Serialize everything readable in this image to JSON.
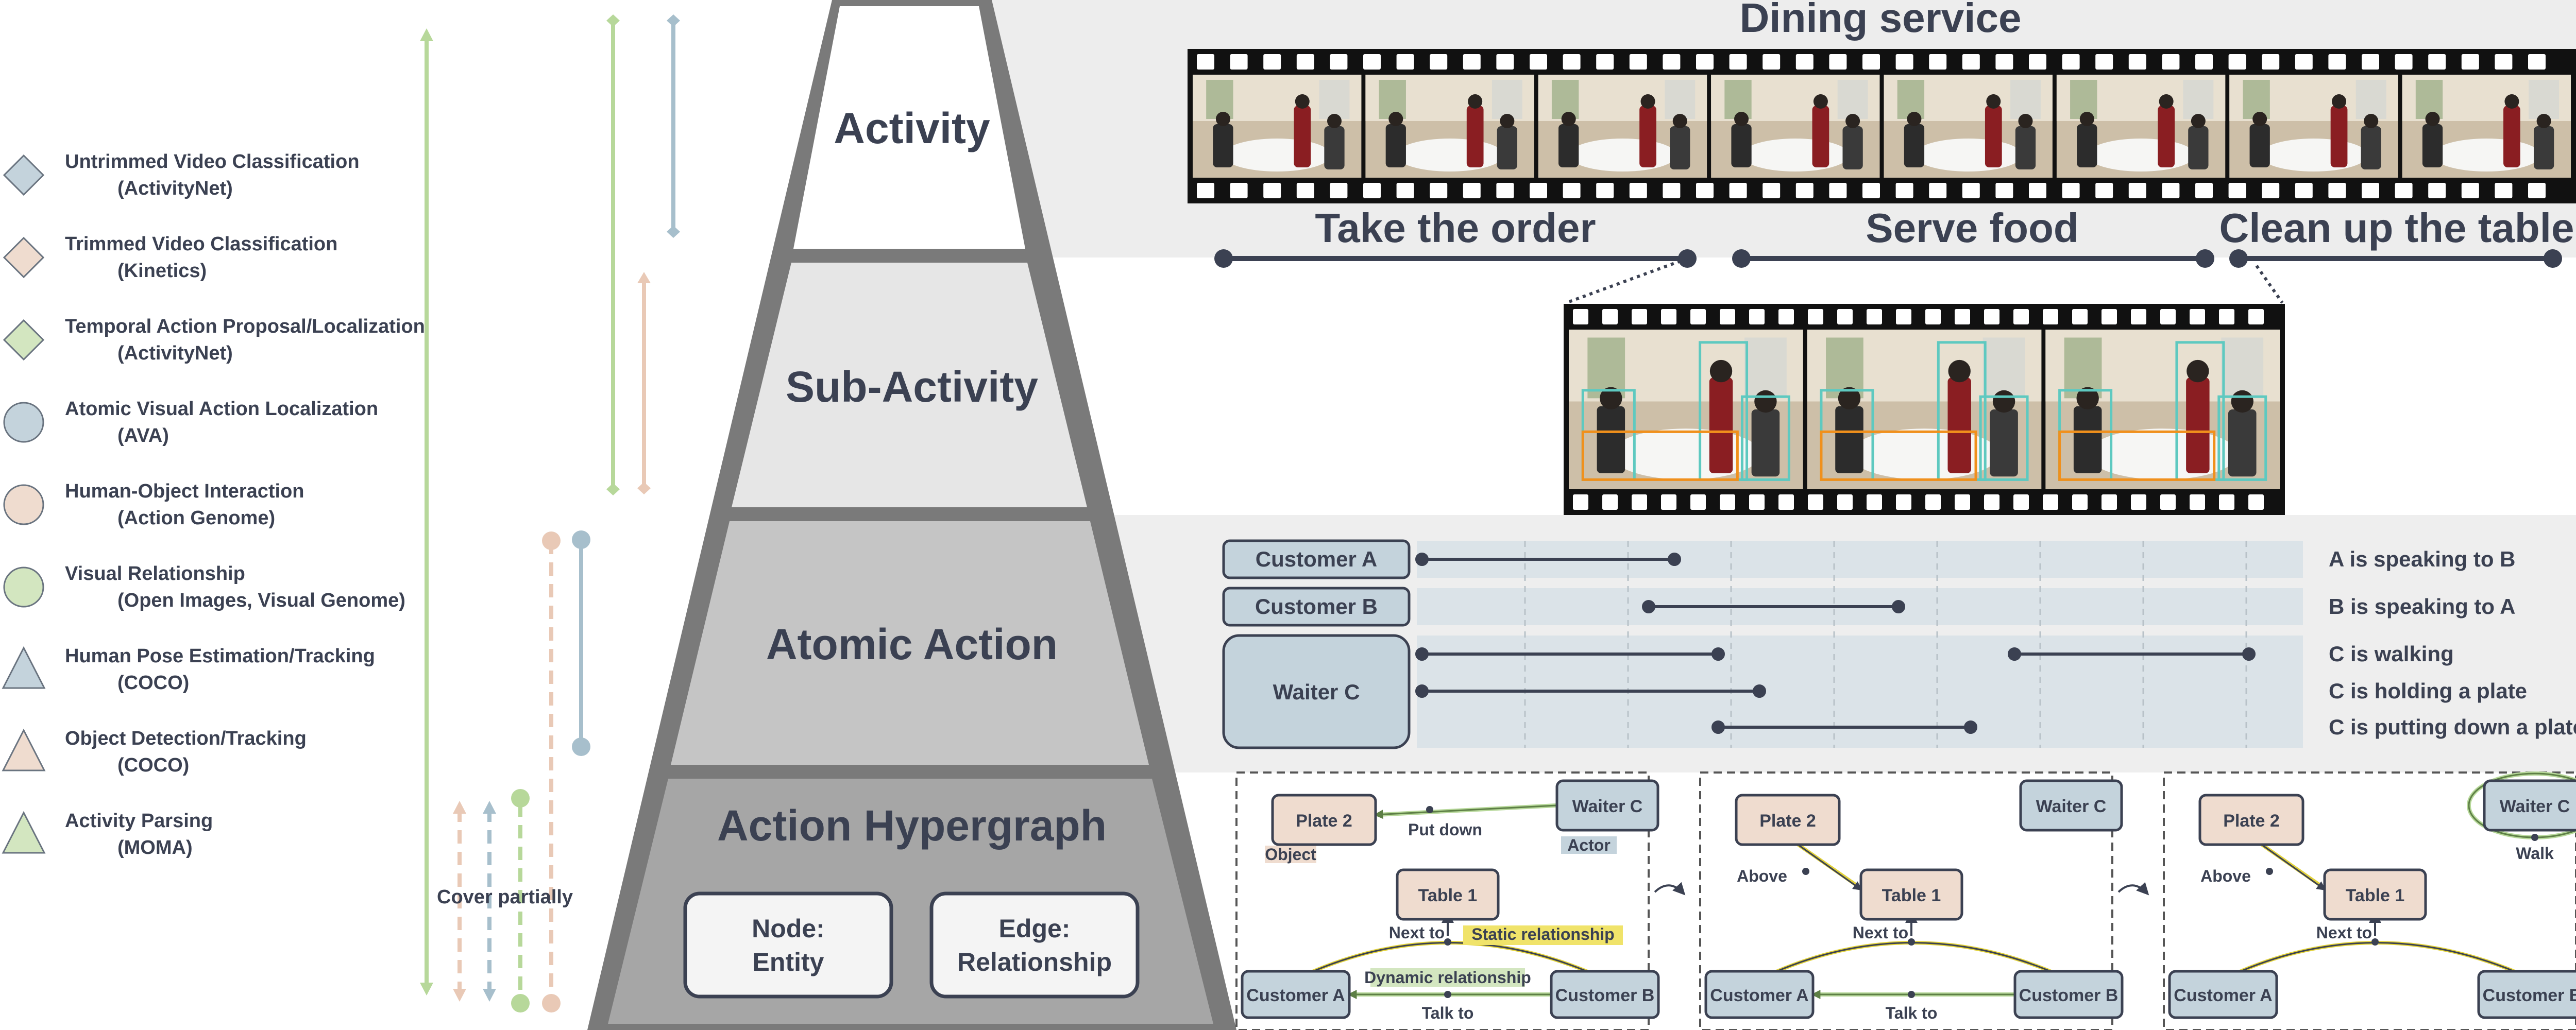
{
  "colors": {
    "navy": "#3b4152",
    "blue": "#a7bfcc",
    "blue_fill": "#c4d3dc",
    "peach": "#e9c9b6",
    "peach_fill": "#efdccf",
    "green": "#b7d89a",
    "green_fill": "#d3e6c0",
    "gray_band": "#ececec",
    "highlight_yellow": "#e2d23a",
    "track": "#dbe3e8"
  },
  "legend": [
    {
      "line1": "Untrimmed Video Classification",
      "line2": "(ActivityNet)",
      "shape": "diamond",
      "color": "blue"
    },
    {
      "line1": "Trimmed Video Classification",
      "line2": "(Kinetics)",
      "shape": "diamond",
      "color": "peach"
    },
    {
      "line1": "Temporal Action Proposal/Localization",
      "line2": "(ActivityNet)",
      "shape": "diamond",
      "color": "green"
    },
    {
      "line1": "Atomic Visual Action Localization",
      "line2": "(AVA)",
      "shape": "circle",
      "color": "blue"
    },
    {
      "line1": "Human-Object Interaction",
      "line2": "(Action Genome)",
      "shape": "circle",
      "color": "peach"
    },
    {
      "line1": "Visual Relationship",
      "line2": "(Open Images, Visual Genome)",
      "shape": "circle",
      "color": "green"
    },
    {
      "line1": "Human Pose Estimation/Tracking",
      "line2": "(COCO)",
      "shape": "triangle",
      "color": "blue"
    },
    {
      "line1": "Object Detection/Tracking",
      "line2": "(COCO)",
      "shape": "triangle",
      "color": "peach"
    },
    {
      "line1": "Activity Parsing",
      "line2": "(MOMA)",
      "shape": "triangle",
      "color": "green"
    }
  ],
  "cover_label": "Cover partially",
  "pyramid": {
    "levels": [
      "Activity",
      "Sub-Activity",
      "Atomic Action",
      "Action Hypergraph"
    ],
    "node_box": {
      "line1": "Node:",
      "line2": "Entity"
    },
    "edge_box": {
      "line1": "Edge:",
      "line2": "Relationship"
    }
  },
  "activity": {
    "title": "Dining service",
    "sub_activities": [
      "Take the order",
      "Serve food",
      "Clean up the table"
    ]
  },
  "atomic": {
    "actors": [
      "Customer A",
      "Customer B",
      "Waiter C"
    ],
    "actions": [
      "A is speaking to B",
      "B is speaking to A",
      "C is walking",
      "C is holding a plate",
      "C is putting down a plate"
    ]
  },
  "graphs": [
    {
      "nodes": {
        "plate": "Plate 2",
        "waiter": "Waiter C",
        "table": "Table 1",
        "cust_a": "Customer A",
        "cust_b": "Customer B"
      },
      "edges": {
        "put_down": "Put down",
        "next_to": "Next to",
        "static": "Static relationship",
        "dynamic": "Dynamic relationship",
        "talk_to": "Talk to"
      },
      "tags": {
        "object": "Object",
        "actor": "Actor"
      }
    },
    {
      "nodes": {
        "plate": "Plate 2",
        "waiter": "Waiter C",
        "table": "Table 1",
        "cust_a": "Customer A",
        "cust_b": "Customer B"
      },
      "edges": {
        "above": "Above",
        "next_to": "Next to",
        "talk_to": "Talk to"
      }
    },
    {
      "nodes": {
        "plate": "Plate 2",
        "waiter": "Waiter C",
        "table": "Table 1",
        "cust_a": "Customer A",
        "cust_b": "Customer B"
      },
      "edges": {
        "above": "Above",
        "next_to": "Next to",
        "walk": "Walk"
      }
    }
  ]
}
